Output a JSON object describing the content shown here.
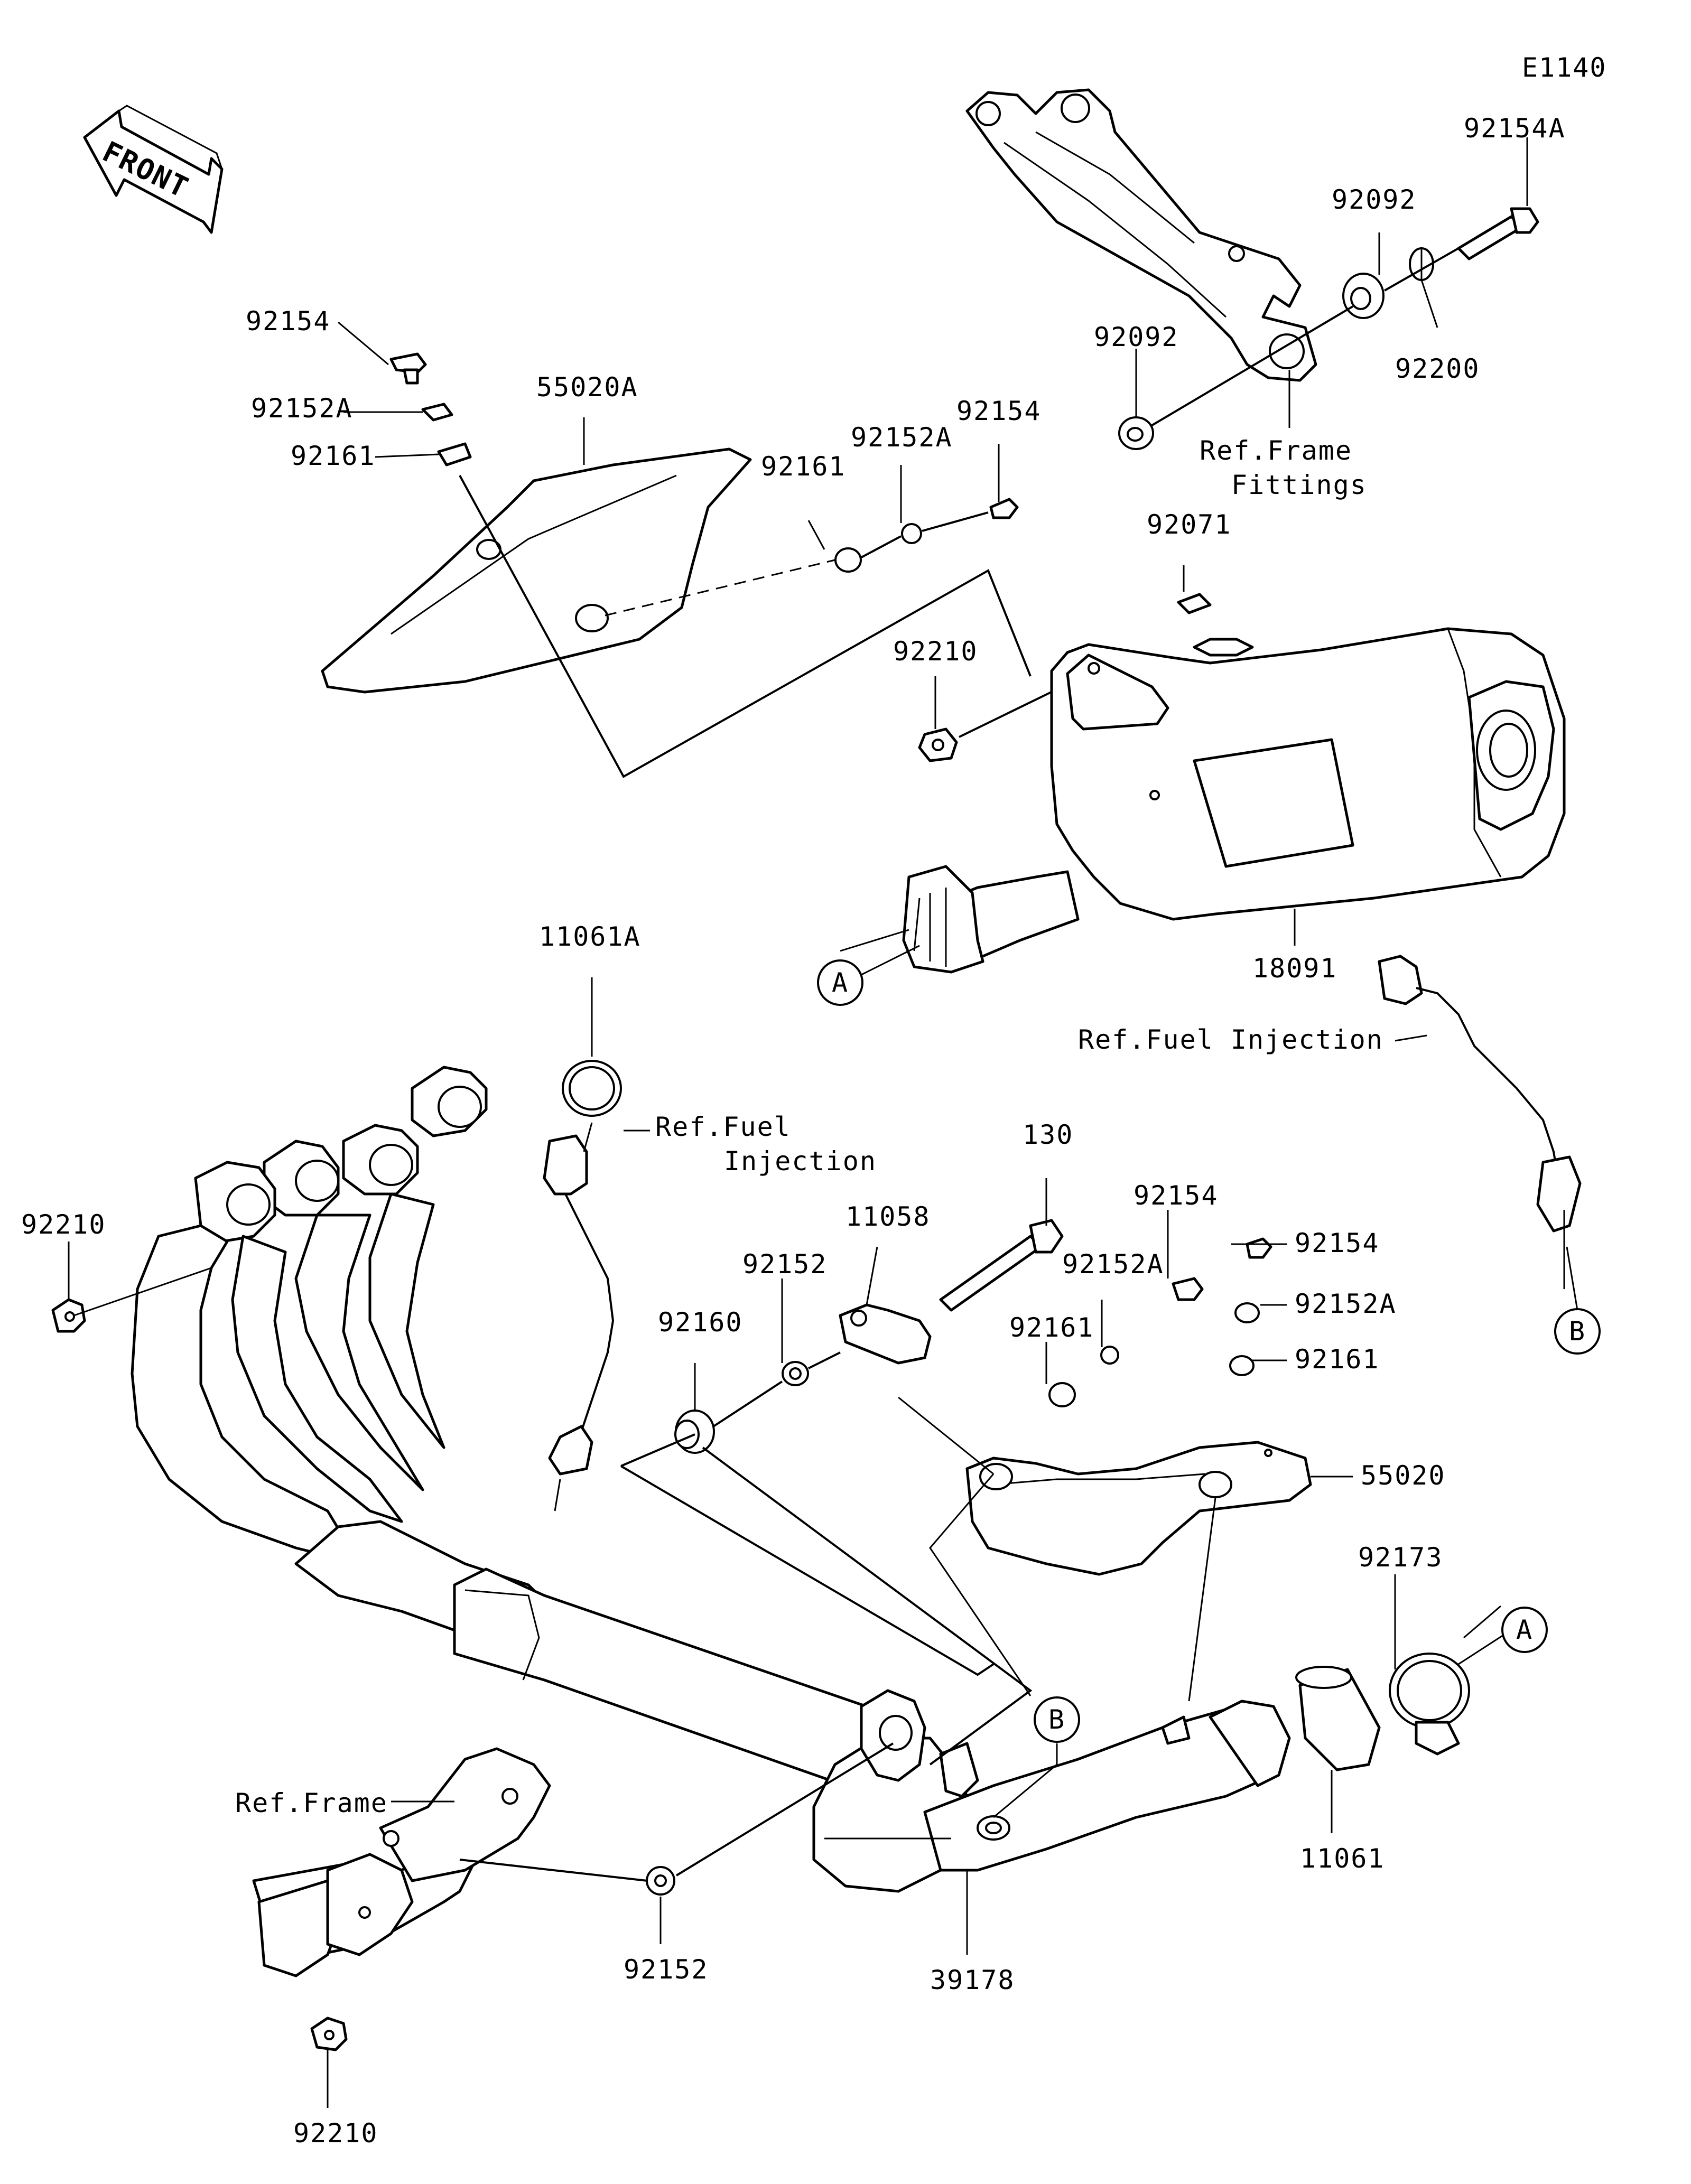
{
  "diagram_code": "E1140",
  "front_label": "FRONT",
  "callouts": {
    "c_92154A": "92154A",
    "c_92092_top": "92092",
    "c_92200": "92200",
    "c_92092_mid": "92092",
    "c_ref_frame_fittings_1": "Ref.Frame",
    "c_ref_frame_fittings_2": "Fittings",
    "c_92154_tl": "92154",
    "c_92152A_tl": "92152A",
    "c_92161_tl": "92161",
    "c_55020A": "55020A",
    "c_92161_mid": "92161",
    "c_92152A_mid": "92152A",
    "c_92154_mid": "92154",
    "c_92071": "92071",
    "c_92210_mid": "92210",
    "c_18091": "18091",
    "c_ref_fuel_injection_r": "Ref.Fuel Injection",
    "c_11061A": "11061A",
    "c_ref_fuel_1": "Ref.Fuel",
    "c_ref_fuel_2": "Injection",
    "c_130": "130",
    "c_11058": "11058",
    "c_92154_r": "92154",
    "c_92154_rr": "92154",
    "c_92152A_r": "92152A",
    "c_92152A_rr": "92152A",
    "c_92161_r": "92161",
    "c_92161_rr": "92161",
    "c_92152_mid": "92152",
    "c_92160": "92160",
    "c_92210_left": "92210",
    "c_55020": "55020",
    "c_92173": "92173",
    "c_11061": "11061",
    "c_ref_frame": "Ref.Frame",
    "c_92152_bot": "92152",
    "c_39178": "39178",
    "c_92210_bot": "92210"
  },
  "connectors": {
    "a_top": "A",
    "a_bottom": "A",
    "b_right": "B",
    "b_mid": "B"
  }
}
